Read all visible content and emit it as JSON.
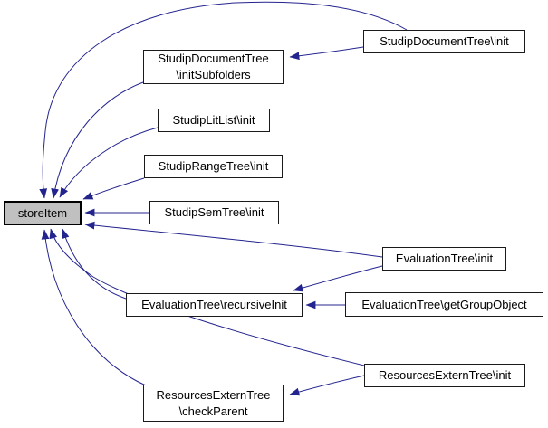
{
  "diagram": {
    "kind": "caller-graph",
    "colors": {
      "edge": "#24248F",
      "node_border": "#1a1a1a",
      "node_fill": "#ffffff",
      "focus_node_fill": "#c0c0c0",
      "text": "#000000",
      "background": "#ffffff"
    },
    "focus_node": "storeItem",
    "nodes": {
      "store_item": {
        "label": "storeItem"
      },
      "studip_document_tree_init": {
        "label": "StudipDocumentTree\\init"
      },
      "studip_document_tree_init_subfolders": {
        "label": "StudipDocumentTree\n\\initSubfolders"
      },
      "studip_lit_list_init": {
        "label": "StudipLitList\\init"
      },
      "studip_range_tree_init": {
        "label": "StudipRangeTree\\init"
      },
      "studip_sem_tree_init": {
        "label": "StudipSemTree\\init"
      },
      "evaluation_tree_init": {
        "label": "EvaluationTree\\init"
      },
      "evaluation_tree_recursive_init": {
        "label": "EvaluationTree\\recursiveInit"
      },
      "evaluation_tree_get_group_object": {
        "label": "EvaluationTree\\getGroupObject"
      },
      "resources_extern_tree_init": {
        "label": "ResourcesExternTree\\init"
      },
      "resources_extern_tree_check_parent": {
        "label": "ResourcesExternTree\n\\checkParent"
      }
    },
    "edges": [
      {
        "from": "StudipDocumentTree\\init",
        "to": "storeItem"
      },
      {
        "from": "StudipDocumentTree\\init",
        "to": "StudipDocumentTree\\initSubfolders"
      },
      {
        "from": "StudipDocumentTree\\initSubfolders",
        "to": "storeItem"
      },
      {
        "from": "StudipLitList\\init",
        "to": "storeItem"
      },
      {
        "from": "StudipRangeTree\\init",
        "to": "storeItem"
      },
      {
        "from": "StudipSemTree\\init",
        "to": "storeItem"
      },
      {
        "from": "EvaluationTree\\init",
        "to": "storeItem"
      },
      {
        "from": "EvaluationTree\\init",
        "to": "EvaluationTree\\recursiveInit"
      },
      {
        "from": "EvaluationTree\\getGroupObject",
        "to": "EvaluationTree\\recursiveInit"
      },
      {
        "from": "EvaluationTree\\recursiveInit",
        "to": "storeItem"
      },
      {
        "from": "ResourcesExternTree\\init",
        "to": "storeItem"
      },
      {
        "from": "ResourcesExternTree\\init",
        "to": "ResourcesExternTree\\checkParent"
      },
      {
        "from": "ResourcesExternTree\\checkParent",
        "to": "storeItem"
      }
    ]
  }
}
